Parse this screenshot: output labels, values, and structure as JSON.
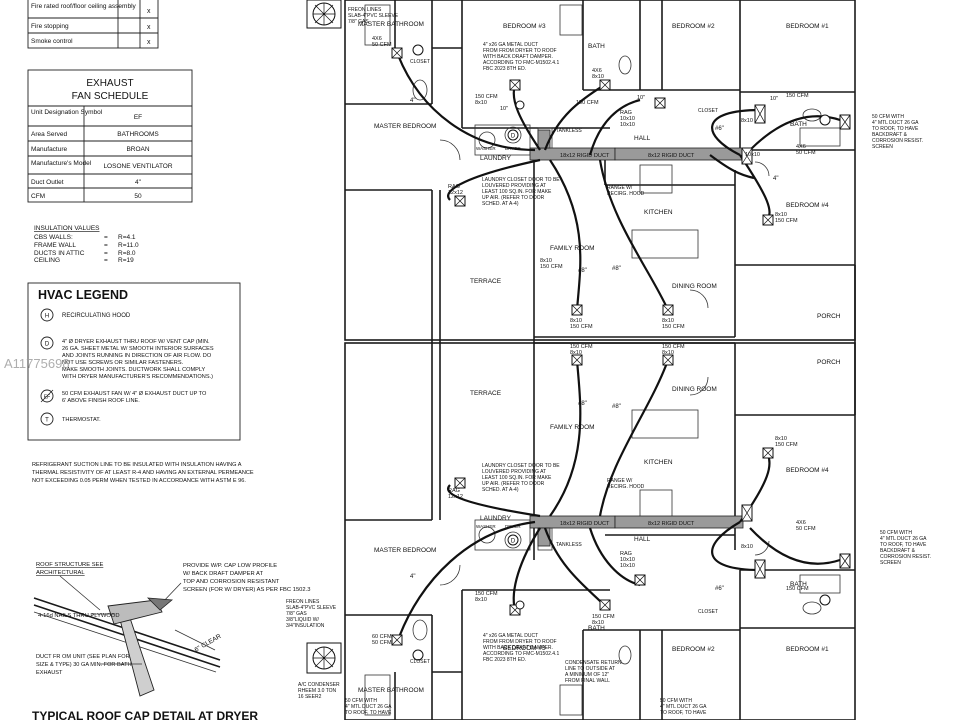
{
  "top_table": {
    "rows": [
      {
        "label": "Fire rated roof/floor ceiling assembly",
        "mark": "x"
      },
      {
        "label": "Fire stopping",
        "mark": "x"
      },
      {
        "label": "Smoke control",
        "mark": "x"
      }
    ]
  },
  "fan_schedule": {
    "title_line1": "EXHAUST",
    "title_line2": "FAN SCHEDULE",
    "rows": [
      {
        "label": "Unit Designation Symbol",
        "value": "EF"
      },
      {
        "label": "Area Served",
        "value": "BATHROOMS"
      },
      {
        "label": "Manufacture",
        "value": "BROAN"
      },
      {
        "label": "Manufacture's Model",
        "value": "LOSONE VENTILATOR"
      },
      {
        "label": "Duct Outlet",
        "value": "4\""
      },
      {
        "label": "CFM",
        "value": "50"
      }
    ]
  },
  "insulation": {
    "title": "INSULATION VALUES",
    "rows": [
      {
        "label": "CBS WALLS:",
        "eq": "=",
        "value": "R=4.1"
      },
      {
        "label": "FRAME WALL",
        "eq": "=",
        "value": "R=11.0"
      },
      {
        "label": "DUCTS IN ATTIC",
        "eq": "=",
        "value": "R=8.0"
      },
      {
        "label": "CEILING",
        "eq": "=",
        "value": "R=19"
      }
    ]
  },
  "hvac_legend": {
    "title": "HVAC LEGEND",
    "items": [
      {
        "symbol": "H",
        "lines": [
          "RECIRCULATING HOOD"
        ]
      },
      {
        "symbol": "D",
        "lines": [
          "4\" Ø DRYER EXHAUST THRU ROOF W/ VENT CAP (MIN.",
          "26 GA. SHEET METAL W/ SMOOTH INTERIOR SURFACES",
          "AND JOINTS RUNNING IN DIRECTION OF AIR FLOW. DO",
          "NOT USE SCREWS OR SIMILAR FASTENERS.",
          "MAKE SMOOTH JOINTS. DUCTWORK SHALL COMPLY",
          "WITH DRYER MANUFACTURER'S RECOMMENDATIONS.)"
        ]
      },
      {
        "symbol": "EF",
        "lines": [
          "50 CFM EXHAUST FAN W/ 4\" Ø EXHAUST DUCT UP TO",
          "6' ABOVE FINISH ROOF LINE."
        ]
      },
      {
        "symbol": "T",
        "lines": [
          "THERMOSTAT."
        ]
      }
    ]
  },
  "watermark": "A11775698",
  "refrigerant_note": [
    "REFRIGERANT SUCTION LINE TO BE INSULATED WITH INSULATION HAVING A",
    "THERMAL RESISTIVITY OF AT LEAST R-4 AND HAVING AN EXTERNAL PERMEANCE",
    "NOT EXCEEDING 0.05 PERM WHEN TESTED IN ACCORDANCE WITH ASTM E 96."
  ],
  "roof_detail": {
    "title": "TYPICAL ROOF CAP DETAIL AT DRYER",
    "labels": {
      "roof_structure": [
        "ROOF STRUCTURE SEE",
        "ARCHITECTURAL"
      ],
      "provide": [
        "PROVIDE W/P. CAP LOW PROFILE",
        "W/ BACK DRAFT DAMPER AT",
        "TOP AND CORROSION RESISTANT",
        "SCREEN (FOR W/ DRYER) AS PER FBC 1502.3"
      ],
      "nails": "4-16d NAILS THRU PLYWOOD",
      "clear": "6\" CLEAR",
      "duct": [
        "DUCT FR OM UNIT (SEE PLAN FOR",
        "SIZE & TYPE) 30 GA MIN. FOR BATH",
        "EXHAUST"
      ]
    }
  },
  "plan": {
    "rooms": {
      "master_bathroom": "MASTER BATHROOM",
      "master_bedroom": "MASTER BEDROOM",
      "bedroom3": "BEDROOM #3",
      "bedroom2": "BEDROOM #2",
      "bedroom1": "BEDROOM #1",
      "bedroom4": "BEDROOM #4",
      "bath": "BATH",
      "hall": "HALL",
      "kitchen": "KITCHEN",
      "family_room": "FAMILY ROOM",
      "dining_room": "DINING ROOM",
      "terrace": "TERRACE",
      "porch": "PORCH",
      "laundry": "LAUNDRY",
      "closet": "CLOSET",
      "tankless": "TANKLESS",
      "washer": "WASHER",
      "dryer": "DRYER"
    },
    "ducts": {
      "rigid_18x12": "18x12 RIGID DUCT",
      "rigid_8x12": "8x12 RIGID DUCT"
    },
    "cfm": {
      "c50": "50 CFM",
      "c150": "150 CFM",
      "c60": "60 CFM"
    },
    "sizes": {
      "s4x6": "4X6",
      "s8x10": "8x10",
      "s10x10": "10x10",
      "s12x12": "12x12",
      "d4": "4\"",
      "d6": "#6\"",
      "d8": "#8\"",
      "d10": "10\""
    },
    "notes": {
      "freon": [
        "FREON LINES",
        "SLAB-4\"PVC SLEEVE",
        "7/8\" GAS",
        "3/8\"LIQUID W/",
        "3/4\"INSULATION"
      ],
      "dryer_duct": [
        "4\" x26 GA METAL DUCT",
        "FROM FROM DRYER TO ROOF",
        "WITH BACK DRAFT DAMPER.",
        "ACCORDING TO FMC-M1502.4.1",
        "FBC 2023 8TH ED."
      ],
      "laundry_door": [
        "LAUNDRY CLOSET DOOR TO BE",
        "LOUVERED PROVIDING AT",
        "LEAST 100 SQ.IN. FOR MAKE",
        "UP AIR. (REFER TO DOOR",
        "SCHED. AT A-4)"
      ],
      "bath_exhaust": [
        "50 CFM WITH",
        "4\" MTL DUCT 26 GA",
        "TO ROOF, TO HAVE",
        "BACKDRAFT &",
        "CORROSION RESIST.",
        "SCREEN"
      ],
      "range": [
        "RANGE W/",
        "RECIRG. HOOD"
      ],
      "ac_condenser": [
        "A/C CONDENSER",
        "RHEEM 3.0 TON",
        "16 SEER2"
      ],
      "condensate": [
        "CONDENSATE RETURN",
        "LINE TO OUTSIDE AT",
        "A MINIMUM OF 12\"",
        "FROM FINAL WALL"
      ],
      "rag": "RAG"
    }
  }
}
